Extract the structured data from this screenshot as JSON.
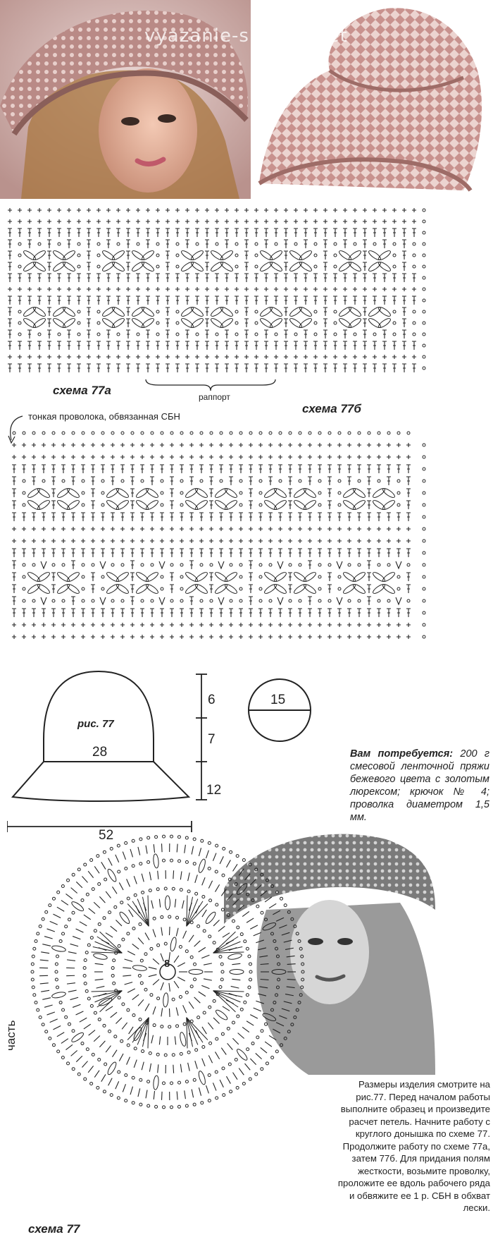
{
  "watermark": "vyazanie-shapok.net",
  "schema_77a": {
    "caption": "схема 77а",
    "repeat_label": "раппорт"
  },
  "schema_77b": {
    "caption": "схема 77б",
    "wire_label": "тонкая проволока, обвязанная СБН"
  },
  "figure_77": {
    "caption": "рис. 77",
    "crown_width": "28",
    "brim_width": "52",
    "crown_top_height": "6",
    "crown_side_height": "7",
    "brim_height": "12",
    "top_diameter": "15"
  },
  "materials": {
    "heading": "Вам потребуется:",
    "text": "200 г смесовой ленточной пряжи бежевого цвета с золотым люрексом; крючок № 4; проволка диаметром 1,5 мм."
  },
  "schema_77": {
    "caption": "схема 77",
    "part_label": "часть",
    "center_count": "8"
  },
  "instructions": "Размеры изделия смотрите на рис.77. Перед началом работы выполните образец и произведите расчет петель. Начните работу с круглого донышка по схеме 77. Продолжите работу по схеме 77а, затем 77б. Для придания полям жесткости, возьмите проволку, проложите ее вдоль рабочего ряда и обвяжите ее 1 р. СБН в обхват лески."
}
